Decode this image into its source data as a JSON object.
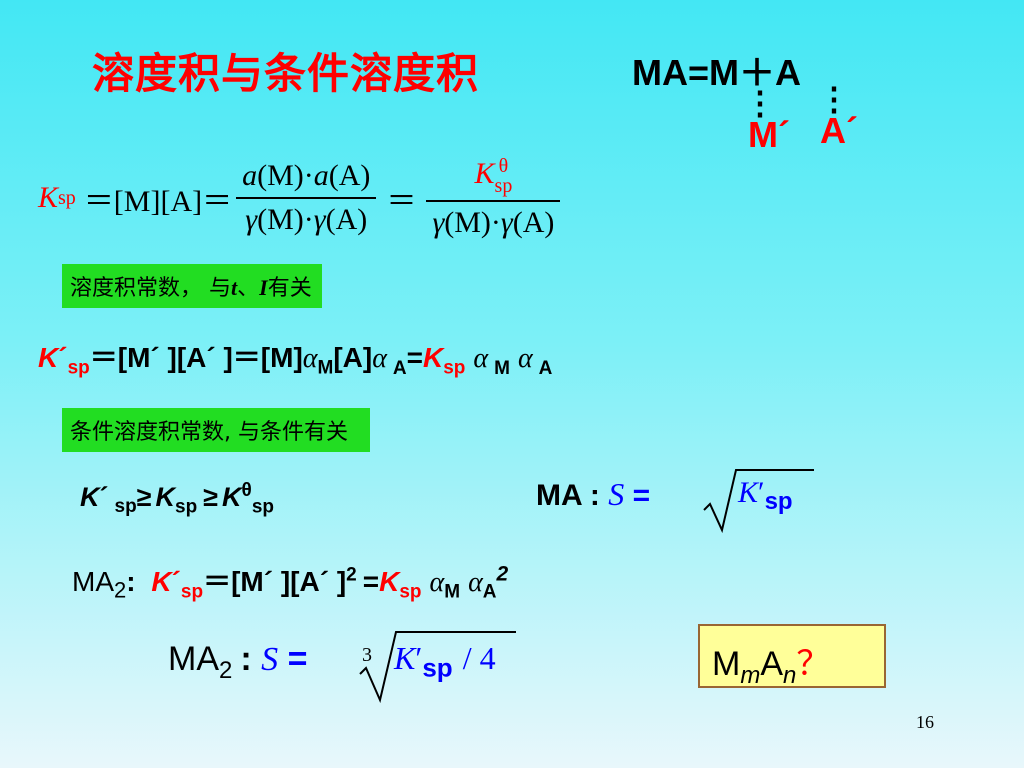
{
  "page": {
    "title": "溶度积与条件溶度积",
    "page_number": "16"
  },
  "reaction": {
    "equation": "MA=M＋A",
    "dots_left": "⋮",
    "dots_right": "⋮",
    "side_m": "M´",
    "side_a": "A´"
  },
  "ksp_formula": {
    "k": "K",
    "sp": "sp",
    "eq1": "＝[M][A]＝",
    "num_a1": "a",
    "num_m": "(M)·",
    "num_a2": "a",
    "num_a": "(A)",
    "den_g1": "γ",
    "den_m": "(M)·",
    "den_g2": "γ",
    "den_a": "(A)",
    "eq2": "＝",
    "num2_k": "K",
    "num2_theta": "θ",
    "num2_sp": "sp"
  },
  "box1": {
    "text_before": "溶度积常数， 与",
    "t": "t",
    "sep": "、",
    "i": "I",
    "text_after": "有关"
  },
  "conditional_formula": {
    "k": "K",
    "prime": "´",
    "sp": "sp",
    "body": "＝[M´ ][A´ ]＝[M]",
    "alpha1": "α",
    "m_sub": "M",
    "mid": "[A]",
    "alpha2": "α",
    "a_sub": "A",
    "eq": "=",
    "k2": "K",
    "sp2": "sp",
    "alpha3": "α",
    "m_sub2": "M",
    "alpha4": "α",
    "a_sub2": "A"
  },
  "box2": {
    "text": "条件溶度积常数, 与条件有关"
  },
  "inequality": {
    "k1": "K",
    "p1": "´",
    "sp1": "sp",
    "ge1": "≥",
    "k2": "K",
    "sp2": "sp",
    "ge2": "≥",
    "k3": "K",
    "theta": "θ",
    "sp3": "sp"
  },
  "solubility_ma": {
    "label": "MA :",
    "s": "S",
    "eq": "=",
    "k": "K",
    "prime": "′",
    "sp": "sp"
  },
  "ma2_formula": {
    "ma": "MA",
    "two": "2",
    "colon": ":",
    "k": "K",
    "prime": "´",
    "sp": "sp",
    "body": "＝[M´ ][A´ ]",
    "sq": "2",
    "eq": "=",
    "k2": "K",
    "sp2": "sp",
    "alpha1": "α",
    "m_sub": "M",
    "alpha2": "α",
    "a_sub": "A",
    "sq2": "2"
  },
  "solubility_ma2": {
    "ma": "MA",
    "two": "2",
    "colon": ":",
    "s": "S",
    "eq": "=",
    "index": "3",
    "k": "K",
    "prime": "′",
    "sp": "sp",
    "div": "/ 4"
  },
  "mman": {
    "m": "M",
    "m_sub": "m",
    "a": "A",
    "n_sub": "n",
    "q": "？"
  },
  "colors": {
    "background_top": "#43e7f4",
    "background_bottom": "#e8f7fb",
    "title": "#ff0000",
    "box_green": "#22dd22",
    "box_yellow": "#ffff99",
    "accent_blue": "#0000ff"
  }
}
